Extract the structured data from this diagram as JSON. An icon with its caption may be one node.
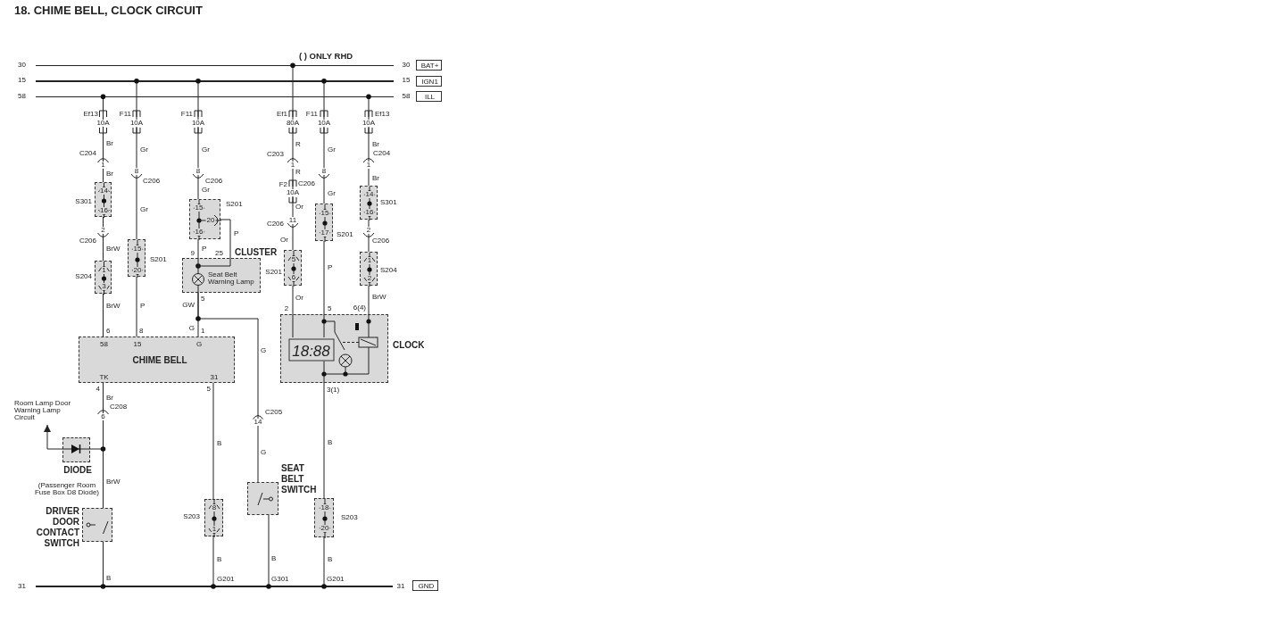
{
  "diagram": {
    "title": "18. CHIME BELL, CLOCK CIRCUIT",
    "nodes": [
      {
        "text": [],
        "shape": "bar"
      },
      {
        "text": [],
        "shape": "bar"
      },
      {
        "text": [],
        "shape": "bar"
      },
      {
        "text": [],
        "shape": "bar"
      },
      {
        "text": [
          "BAT+"
        ]
      },
      {
        "text": [
          "IGN1"
        ]
      },
      {
        "text": [
          "ILL"
        ]
      },
      {
        "text": [
          "GND"
        ]
      },
      {
        "text": [
          "14",
          "16"
        ],
        "beside": [
          "S301"
        ]
      },
      {
        "text": [
          "1",
          "3"
        ],
        "beside": [
          "S204"
        ]
      },
      {
        "text": [
          "15",
          "20"
        ],
        "beside": [
          "S201"
        ]
      },
      {
        "text": [
          "15",
          "20",
          "16"
        ],
        "beside": [
          "S201"
        ]
      },
      {
        "text": [
          "CLUSTER",
          "Seat Belt Warning Lamp"
        ]
      },
      {
        "text": [
          "5",
          "6"
        ],
        "beside": [
          "S201"
        ]
      },
      {
        "text": [
          "15",
          "17"
        ],
        "beside": [
          "S201"
        ]
      },
      {
        "text": [
          "14",
          "16"
        ],
        "beside": [
          "S301"
        ]
      },
      {
        "text": [
          "1",
          "2"
        ],
        "beside": [
          "S204"
        ]
      },
      {
        "text": [
          "58",
          "15",
          "G",
          "CHIME BELL",
          "TK",
          "31"
        ]
      },
      {
        "text": [
          "18:88",
          "CLOCK"
        ]
      },
      {
        "text": [
          "Room Lamp Door Warning Lamp Circuit"
        ]
      },
      {
        "text": [
          "DIODE",
          "(Passenger Room Fuse Box D8 Diode)"
        ]
      },
      {
        "text": [
          "DRIVER DOOR CONTACT SWITCH"
        ]
      },
      {
        "text": [
          "8",
          "1"
        ],
        "beside": [
          "S203"
        ]
      },
      {
        "text": [
          "SEAT BELT SWITCH"
        ]
      },
      {
        "text": [
          "18",
          "20"
        ],
        "beside": [
          "S203"
        ]
      }
    ],
    "edges": [
      {
        "from": 2,
        "to": 8,
        "arrow": "none"
      },
      {
        "from": 8,
        "to": 9,
        "arrow": "none"
      },
      {
        "from": 9,
        "to": 17,
        "arrow": "none"
      },
      {
        "from": 1,
        "to": 10,
        "arrow": "none"
      },
      {
        "from": 10,
        "to": 17,
        "arrow": "none"
      },
      {
        "from": 1,
        "to": 11,
        "arrow": "none"
      },
      {
        "from": 11,
        "to": 12,
        "arrow": "none"
      },
      {
        "from": 11,
        "to": 12,
        "arrow": "none"
      },
      {
        "from": 12,
        "to": 17,
        "arrow": "none"
      },
      {
        "from": 12,
        "to": 23,
        "arrow": "none"
      },
      {
        "from": 23,
        "to": 3,
        "arrow": "none"
      },
      {
        "from": 0,
        "to": 13,
        "arrow": "none"
      },
      {
        "from": 13,
        "to": 18,
        "arrow": "none"
      },
      {
        "from": 1,
        "to": 14,
        "arrow": "none"
      },
      {
        "from": 14,
        "to": 18,
        "arrow": "none"
      },
      {
        "from": 2,
        "to": 15,
        "arrow": "none"
      },
      {
        "from": 15,
        "to": 16,
        "arrow": "none"
      },
      {
        "from": 16,
        "to": 18,
        "arrow": "none"
      },
      {
        "from": 18,
        "to": 24,
        "arrow": "none"
      },
      {
        "from": 24,
        "to": 3,
        "arrow": "none"
      },
      {
        "from": 17,
        "to": 22,
        "arrow": "none"
      },
      {
        "from": 22,
        "to": 3,
        "arrow": "none"
      },
      {
        "from": 17,
        "to": 21,
        "arrow": "none"
      },
      {
        "from": 17,
        "to": 20,
        "arrow": "none"
      },
      {
        "from": 20,
        "to": 19,
        "arrow": "to"
      },
      {
        "from": 21,
        "to": 3,
        "arrow": "none"
      }
    ],
    "labels": [
      "( ) ONLY RHD",
      "30",
      "30",
      "15",
      "15",
      "58",
      "58",
      "Ef13",
      "10A",
      "Br",
      "C204",
      "1",
      "Br",
      "2",
      "C206",
      "BrW",
      "BrW",
      "6",
      "F11",
      "10A",
      "Gr",
      "8",
      "C206",
      "Gr",
      "P",
      "8",
      "F11",
      "10A",
      "Gr",
      "8",
      "C206",
      "Gr",
      "P",
      "P",
      "9",
      "25",
      "5",
      "GW",
      "G",
      "1",
      "G",
      "14",
      "C205",
      "G",
      "B",
      "G301",
      "Ef1",
      "80A",
      "R",
      "C203",
      "1",
      "R",
      "F2",
      "10A",
      "Or",
      "C206",
      "11",
      "Or",
      "Or",
      "2",
      "F11",
      "10A",
      "Gr",
      "8",
      "C206",
      "Gr",
      "P",
      "5",
      "Ef13",
      "10A",
      "Br",
      "C204",
      "1",
      "Br",
      "2",
      "C206",
      "BrW",
      "6(4)",
      "3(1)",
      "B",
      "B",
      "G201",
      "31",
      "4",
      "Br",
      "C208",
      "6",
      "BrW",
      "B",
      "5",
      "B",
      "B",
      "G201",
      "31"
    ]
  }
}
